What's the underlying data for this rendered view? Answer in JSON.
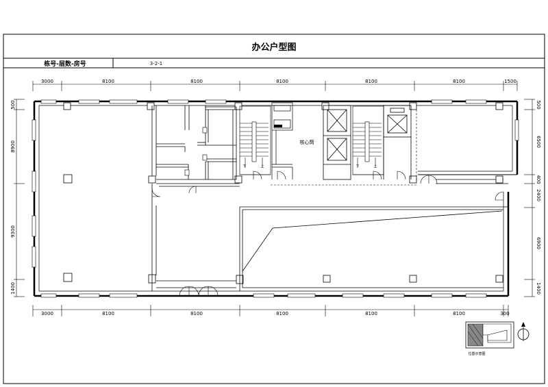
{
  "header": {
    "title": "办公户型图",
    "label": "栋号-层数-房号",
    "code": "3-2-1"
  },
  "dimensions": {
    "top": [
      "3000",
      "8100",
      "8100",
      "8100",
      "8100",
      "8100",
      "1500"
    ],
    "bottom": [
      "3000",
      "8100",
      "8100",
      "8100",
      "8100",
      "8100",
      "300"
    ],
    "left": [
      "500",
      "8900",
      "9300",
      "1400"
    ],
    "right": [
      "500",
      "6500",
      "400",
      "2400",
      "6900",
      "1400"
    ]
  },
  "rooms": {
    "core_label": "核心筒",
    "stair_down": "下",
    "stair_up": "上"
  },
  "keyplan": {
    "label": "位置示意图"
  }
}
